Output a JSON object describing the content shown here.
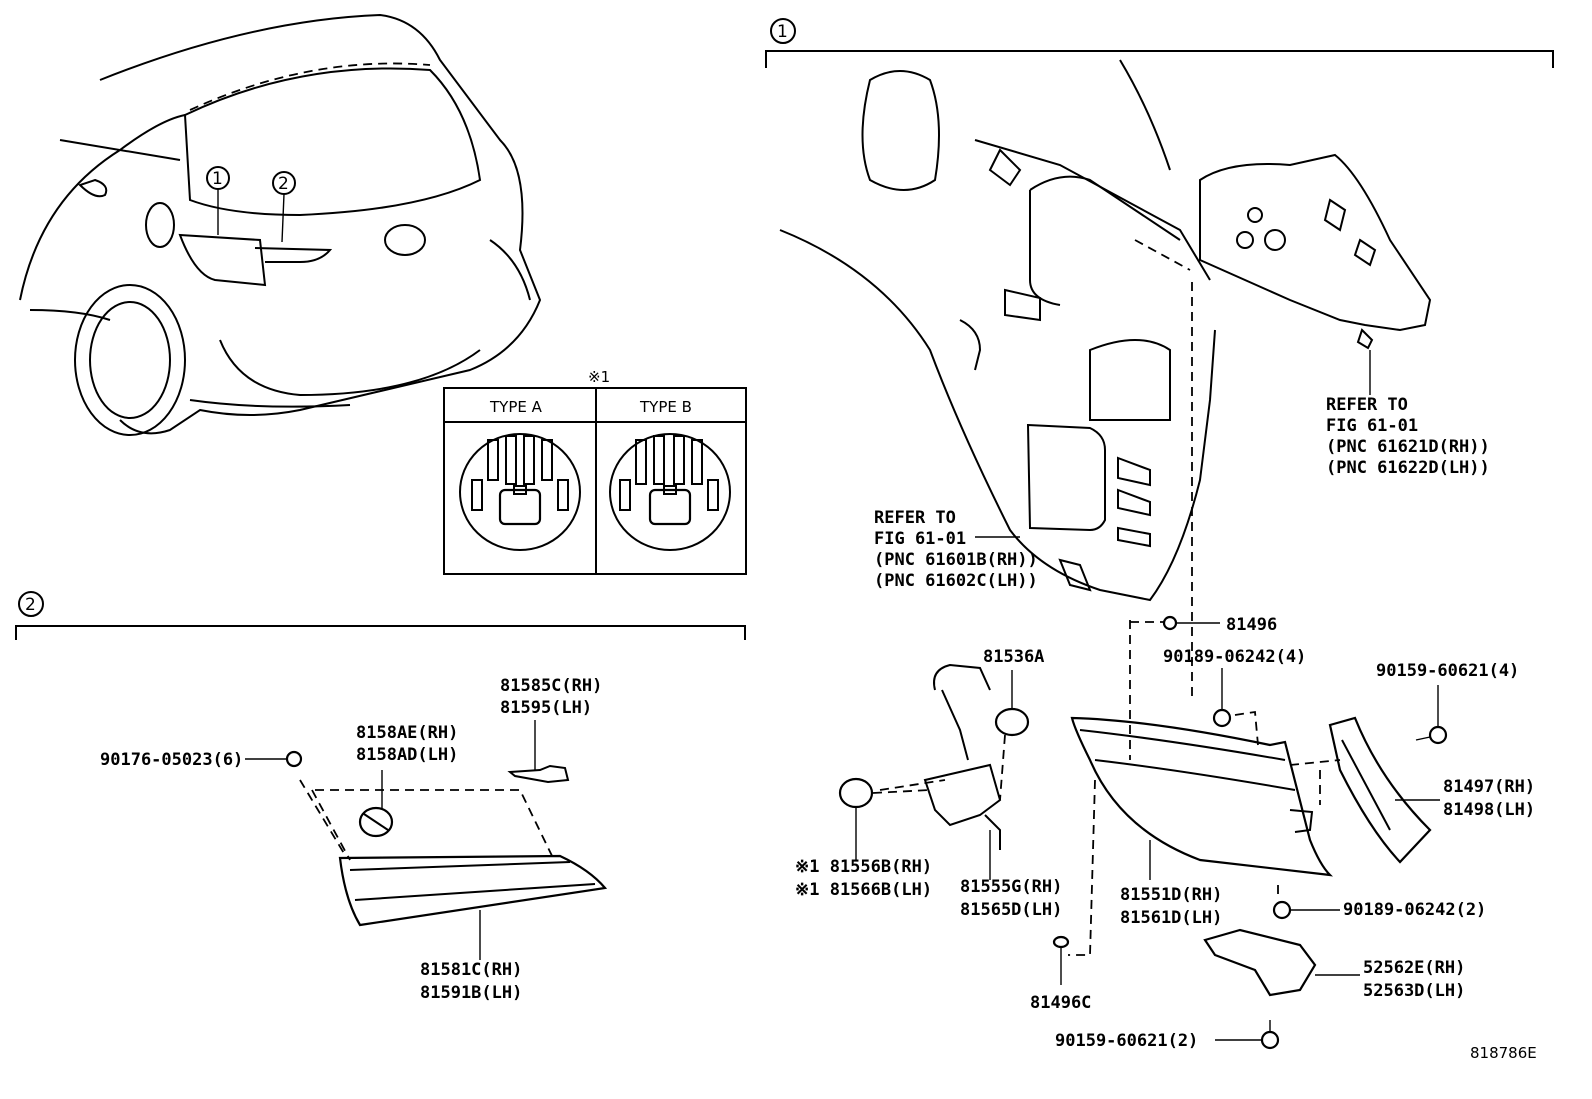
{
  "callouts": {
    "one": "1",
    "two": "2"
  },
  "note_mark": "※1",
  "connector_types": {
    "type_a": "TYPE A",
    "type_b": "TYPE B"
  },
  "refer_upper": [
    "REFER TO",
    "FIG 61-01",
    "(PNC 61621D(RH))",
    "(PNC 61622D(LH))"
  ],
  "refer_lower": [
    "REFER TO",
    "FIG 61-01",
    "(PNC 61601B(RH))",
    "(PNC 61602C(LH))"
  ],
  "parts": {
    "p81496": "81496",
    "p90189_4": "90189-06242(4)",
    "p90159_4": "90159-60621(4)",
    "p81536A": "81536A",
    "p81497": [
      "81497(RH)",
      "81498(LH)"
    ],
    "p81556": [
      "※1 81556B(RH)",
      "※1 81566B(LH)"
    ],
    "p81555": [
      "81555G(RH)",
      "81565D(LH)"
    ],
    "p81551": [
      "81551D(RH)",
      "81561D(LH)"
    ],
    "p90189_2": "90189-06242(2)",
    "p52562": [
      "52562E(RH)",
      "52563D(LH)"
    ],
    "p81496C": "81496C",
    "p90159_2": "90159-60621(2)",
    "p81585": [
      "81585C(RH)",
      "81595(LH)"
    ],
    "p8158A": [
      "8158AE(RH)",
      "8158AD(LH)"
    ],
    "p90176": "90176-05023(6)",
    "p81581": [
      "81581C(RH)",
      "81591B(LH)"
    ]
  },
  "diagram_id": "818786E"
}
